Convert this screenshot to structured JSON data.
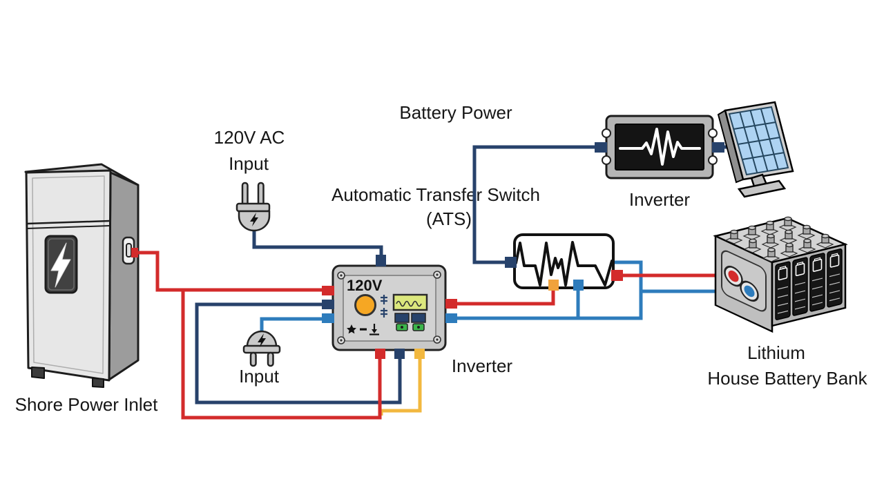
{
  "labels": {
    "shore_power_inlet": "Shore Power Inlet",
    "ac_input_line1": "120V AC",
    "ac_input_line2": "Input",
    "battery_power": "Battery Power",
    "ats_line1": "Automatic Transfer Switch",
    "ats_line2": "(ATS)",
    "inverter_top": "Inverter",
    "inverter_main": "Inverter",
    "dc_input": "Input",
    "battery_line1": "Lithium",
    "battery_line2": "House Battery Bank"
  },
  "inverter_panel": {
    "voltage": "120V",
    "icons": [
      "knob-icon",
      "level-adjust-icon",
      "waveform-display-icon",
      "terminal-block-icons",
      "star-icon",
      "dash-icon",
      "ground-icon"
    ]
  },
  "components": {
    "shore_power_pedestal": {
      "icon": "lightning-bolt-icon"
    },
    "ac_plug": {
      "icon": "lightning-bolt-icon",
      "orientation": "prongs-up"
    },
    "dc_plug": {
      "icon": "lightning-bolt-icon",
      "orientation": "prongs-down"
    },
    "ats_box": {
      "icon": "waveform-icon"
    },
    "inverter_black_box": {
      "icon": "waveform-icon"
    },
    "solar_panel": {
      "grid": "4x4"
    },
    "battery_bank": {
      "cells": 4,
      "studs": 12,
      "terminals": [
        "red",
        "blue"
      ]
    }
  },
  "connections": [
    {
      "wire": "red",
      "from": "Shore Power Inlet",
      "to": "Inverter left"
    },
    {
      "wire": "red",
      "from": "Shore Power Inlet",
      "to": "Inverter bottom"
    },
    {
      "wire": "dark-blue",
      "from": "120V AC Input plug",
      "to": "Inverter top"
    },
    {
      "wire": "dark-blue",
      "from": "Inverter left",
      "to": "Inverter bottom"
    },
    {
      "wire": "light-blue",
      "from": "Input plug",
      "to": "Inverter left"
    },
    {
      "wire": "yellow",
      "from": "Inverter bottom",
      "to": "red wire junction"
    },
    {
      "wire": "red",
      "from": "Inverter right",
      "to": "ATS bottom"
    },
    {
      "wire": "light-blue",
      "from": "Inverter right",
      "to": "ATS right and bottom"
    },
    {
      "wire": "light-blue",
      "from": "ATS",
      "to": "Battery blue terminal"
    },
    {
      "wire": "red",
      "from": "ATS right",
      "to": "Battery red terminal"
    },
    {
      "wire": "dark-blue",
      "from": "Black inverter",
      "to": "ATS left (Battery Power)"
    },
    {
      "wire": "dark-blue",
      "from": "Black inverter",
      "to": "Solar panel"
    }
  ],
  "colors": {
    "wire_red": "#d32b2b",
    "wire_navy": "#27426b",
    "wire_blue": "#2e7cbc",
    "wire_yellow": "#f2b83f",
    "stub_orange": "#f0a23c",
    "knob_amber": "#f6a723",
    "display_green": "#dce87d",
    "terminal_green": "#3cb54a",
    "battery_terminal_red": "#d32b2b",
    "battery_terminal_blue": "#2e7cbc"
  }
}
